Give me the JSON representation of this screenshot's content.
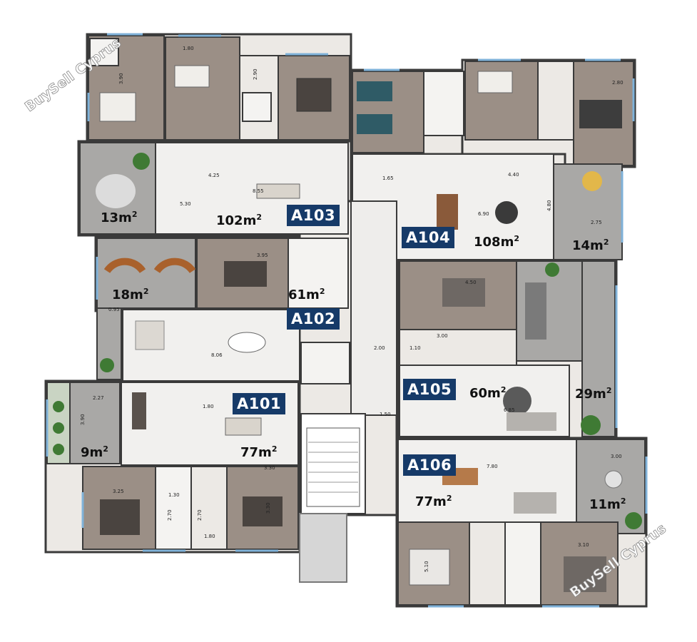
{
  "watermark": "BuySell Cyprus",
  "units": [
    {
      "id": "a101",
      "label": "A101",
      "area": "77m"
    },
    {
      "id": "a102",
      "label": "A102",
      "area": "61m"
    },
    {
      "id": "a103",
      "label": "A103",
      "area": "102m"
    },
    {
      "id": "a104",
      "label": "A104",
      "area": "108m"
    },
    {
      "id": "a105",
      "label": "A105",
      "area": "60m"
    },
    {
      "id": "a106",
      "label": "A106",
      "area": "77m"
    }
  ],
  "terraces": [
    "13m",
    "14m",
    "18m",
    "29m",
    "9m",
    "11m"
  ],
  "area_superscript": "2",
  "dimensions": [
    "3.90",
    "1.80",
    "2.90",
    "3.95",
    "5.30",
    "2.80",
    "1.65",
    "4.40",
    "6.90",
    "8.55",
    "4.25",
    "2.75",
    "4.80",
    "1.80",
    "2.70",
    "3.30",
    "4.50",
    "3.00",
    "1.10",
    "8.06",
    "2.00",
    "1.50",
    "3.25",
    "3.30",
    "7.80",
    "6.85",
    "5.10",
    "0.95",
    "2.27",
    "3.90",
    "1.80",
    "3.00",
    "1.30",
    "2.70",
    "3.10"
  ],
  "colors": {
    "room": "#9b8f86",
    "wall": "#3a3a3a",
    "corridor": "#ece9e5",
    "marble": "#f1f0ee",
    "terrace": "#a9a8a6",
    "window": "#7fb2d9",
    "label_bg": "#163a68"
  }
}
